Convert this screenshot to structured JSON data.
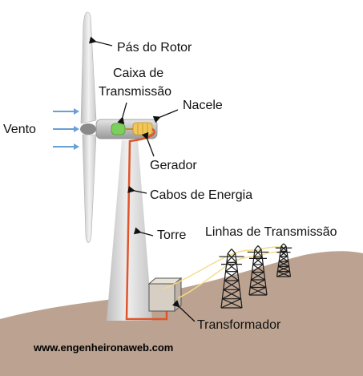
{
  "labels": {
    "rotor_blades": "Pás do Rotor",
    "gearbox_line1": "Caixa de",
    "gearbox_line2": "Transmissão",
    "nacelle": "Nacele",
    "wind": "Vento",
    "generator": "Gerador",
    "power_cables": "Cabos de Energia",
    "tower": "Torre",
    "transmission_lines": "Linhas de Transmissão",
    "transformer": "Transformador"
  },
  "footer": {
    "website": "www.engenheironaweb.com"
  },
  "colors": {
    "ground": "#bca391",
    "tower": "#dcdcdc",
    "blade": "#d9d9d9",
    "cable": "#e0552a",
    "gearbox": "#7ccf5a",
    "generator": "#f0c85a",
    "wind_arrow": "#6a9fd8",
    "power_line": "#f4dc84",
    "pylon": "#1a1a1a",
    "transformer": "#d8cfc4"
  },
  "icons": [
    "arrow-icon",
    "wind-arrow-icon"
  ]
}
